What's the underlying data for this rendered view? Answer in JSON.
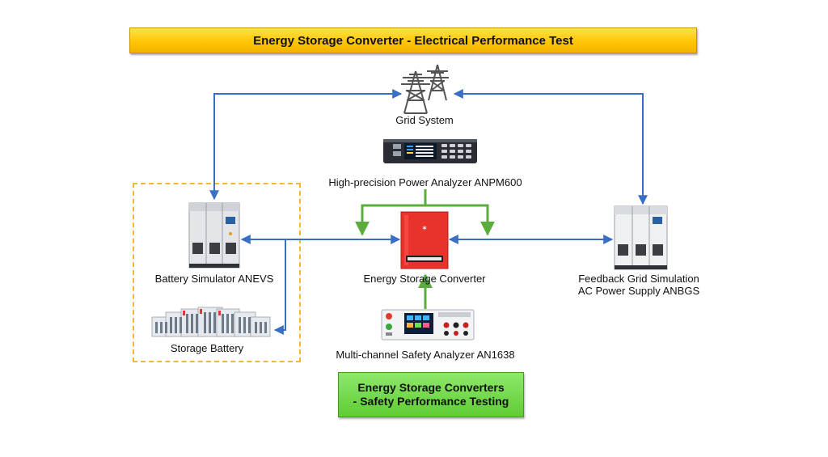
{
  "title": "Energy Storage Converter - Electrical Performance Test",
  "nodes": {
    "grid": {
      "label": "Grid System",
      "icon": "transmission-tower-icon"
    },
    "analyzer": {
      "label": "High-precision Power Analyzer ANPM600",
      "icon": "power-analyzer-icon"
    },
    "converter": {
      "label": "Energy Storage Converter",
      "icon": "energy-storage-converter-icon"
    },
    "battery_sim": {
      "label": "Battery Simulator ANEVS",
      "icon": "battery-simulator-cabinet-icon"
    },
    "storage_battery": {
      "label": "Storage Battery",
      "icon": "storage-battery-rack-icon"
    },
    "grid_sim": {
      "label_line1": "Feedback Grid Simulation",
      "label_line2": "AC Power Supply ANBGS",
      "icon": "grid-simulation-cabinet-icon"
    },
    "safety": {
      "label": "Multi-channel Safety Analyzer AN1638",
      "icon": "safety-analyzer-icon"
    }
  },
  "safety_box": {
    "line1": "Energy Storage Converters",
    "line2": "- Safety Performance Testing"
  },
  "colors": {
    "banner": "#ffc400",
    "blue_arrow": "#3a6fc4",
    "green_arrow": "#5aac3c",
    "dashed": "#f3b731",
    "safety_box": "#6fd645",
    "converter": "#e8322c"
  }
}
